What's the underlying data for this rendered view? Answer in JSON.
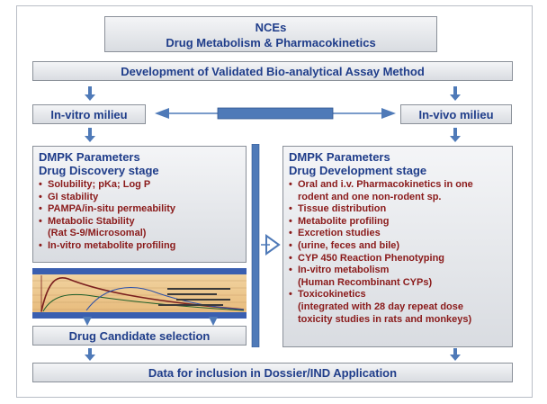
{
  "title": {
    "line1": "NCEs",
    "line2": "Drug Metabolism & Pharmacokinetics"
  },
  "assay_method": "Development  of Validated Bio-analytical Assay Method",
  "in_vitro_milieu": "In-vitro milieu",
  "in_vivo_milieu": "In-vivo milieu",
  "discovery_panel": {
    "title": "DMPK Parameters",
    "subtitle": "Drug Discovery stage",
    "items": [
      {
        "text": "Solubility; pKa; Log P",
        "bullet": true
      },
      {
        "text": "GI stability",
        "bullet": true
      },
      {
        "text": "PAMPA/in-situ permeability",
        "bullet": true
      },
      {
        "text": "Metabolic Stability",
        "bullet": true
      },
      {
        "text": "(Rat S-9/Microsomal)",
        "bullet": false
      },
      {
        "text": "In-vitro metabolite profiling",
        "bullet": true
      }
    ]
  },
  "development_panel": {
    "title": "DMPK Parameters",
    "subtitle": "Drug Development stage",
    "items": [
      {
        "text": "Oral and i.v. Pharmacokinetics in one",
        "bullet": true
      },
      {
        "text": "rodent and one non-rodent sp.",
        "bullet": false
      },
      {
        "text": "Tissue distribution",
        "bullet": true
      },
      {
        "text": "Metabolite profiling",
        "bullet": true
      },
      {
        "text": "Excretion studies",
        "bullet": true
      },
      {
        "text": "(urine, feces and bile)",
        "bullet": true
      },
      {
        "text": "CYP 450 Reaction Phenotyping",
        "bullet": true
      },
      {
        "text": "In-vitro metabolism",
        "bullet": true
      },
      {
        "text": "(Human Recombinant CYPs)",
        "bullet": false
      },
      {
        "text": "Toxicokinetics",
        "bullet": true
      },
      {
        "text": "(integrated with 28 day repeat dose",
        "bullet": false
      },
      {
        "text": "toxicity studies in rats and monkeys)",
        "bullet": false
      }
    ]
  },
  "candidate_selection": "Drug Candidate selection",
  "dossier": "Data for inclusion in Dossier/IND Application",
  "colors": {
    "heading_blue": "#1f3d8a",
    "bullet_red": "#8a1a1a",
    "arrow_blue": "#4f7ab8"
  }
}
